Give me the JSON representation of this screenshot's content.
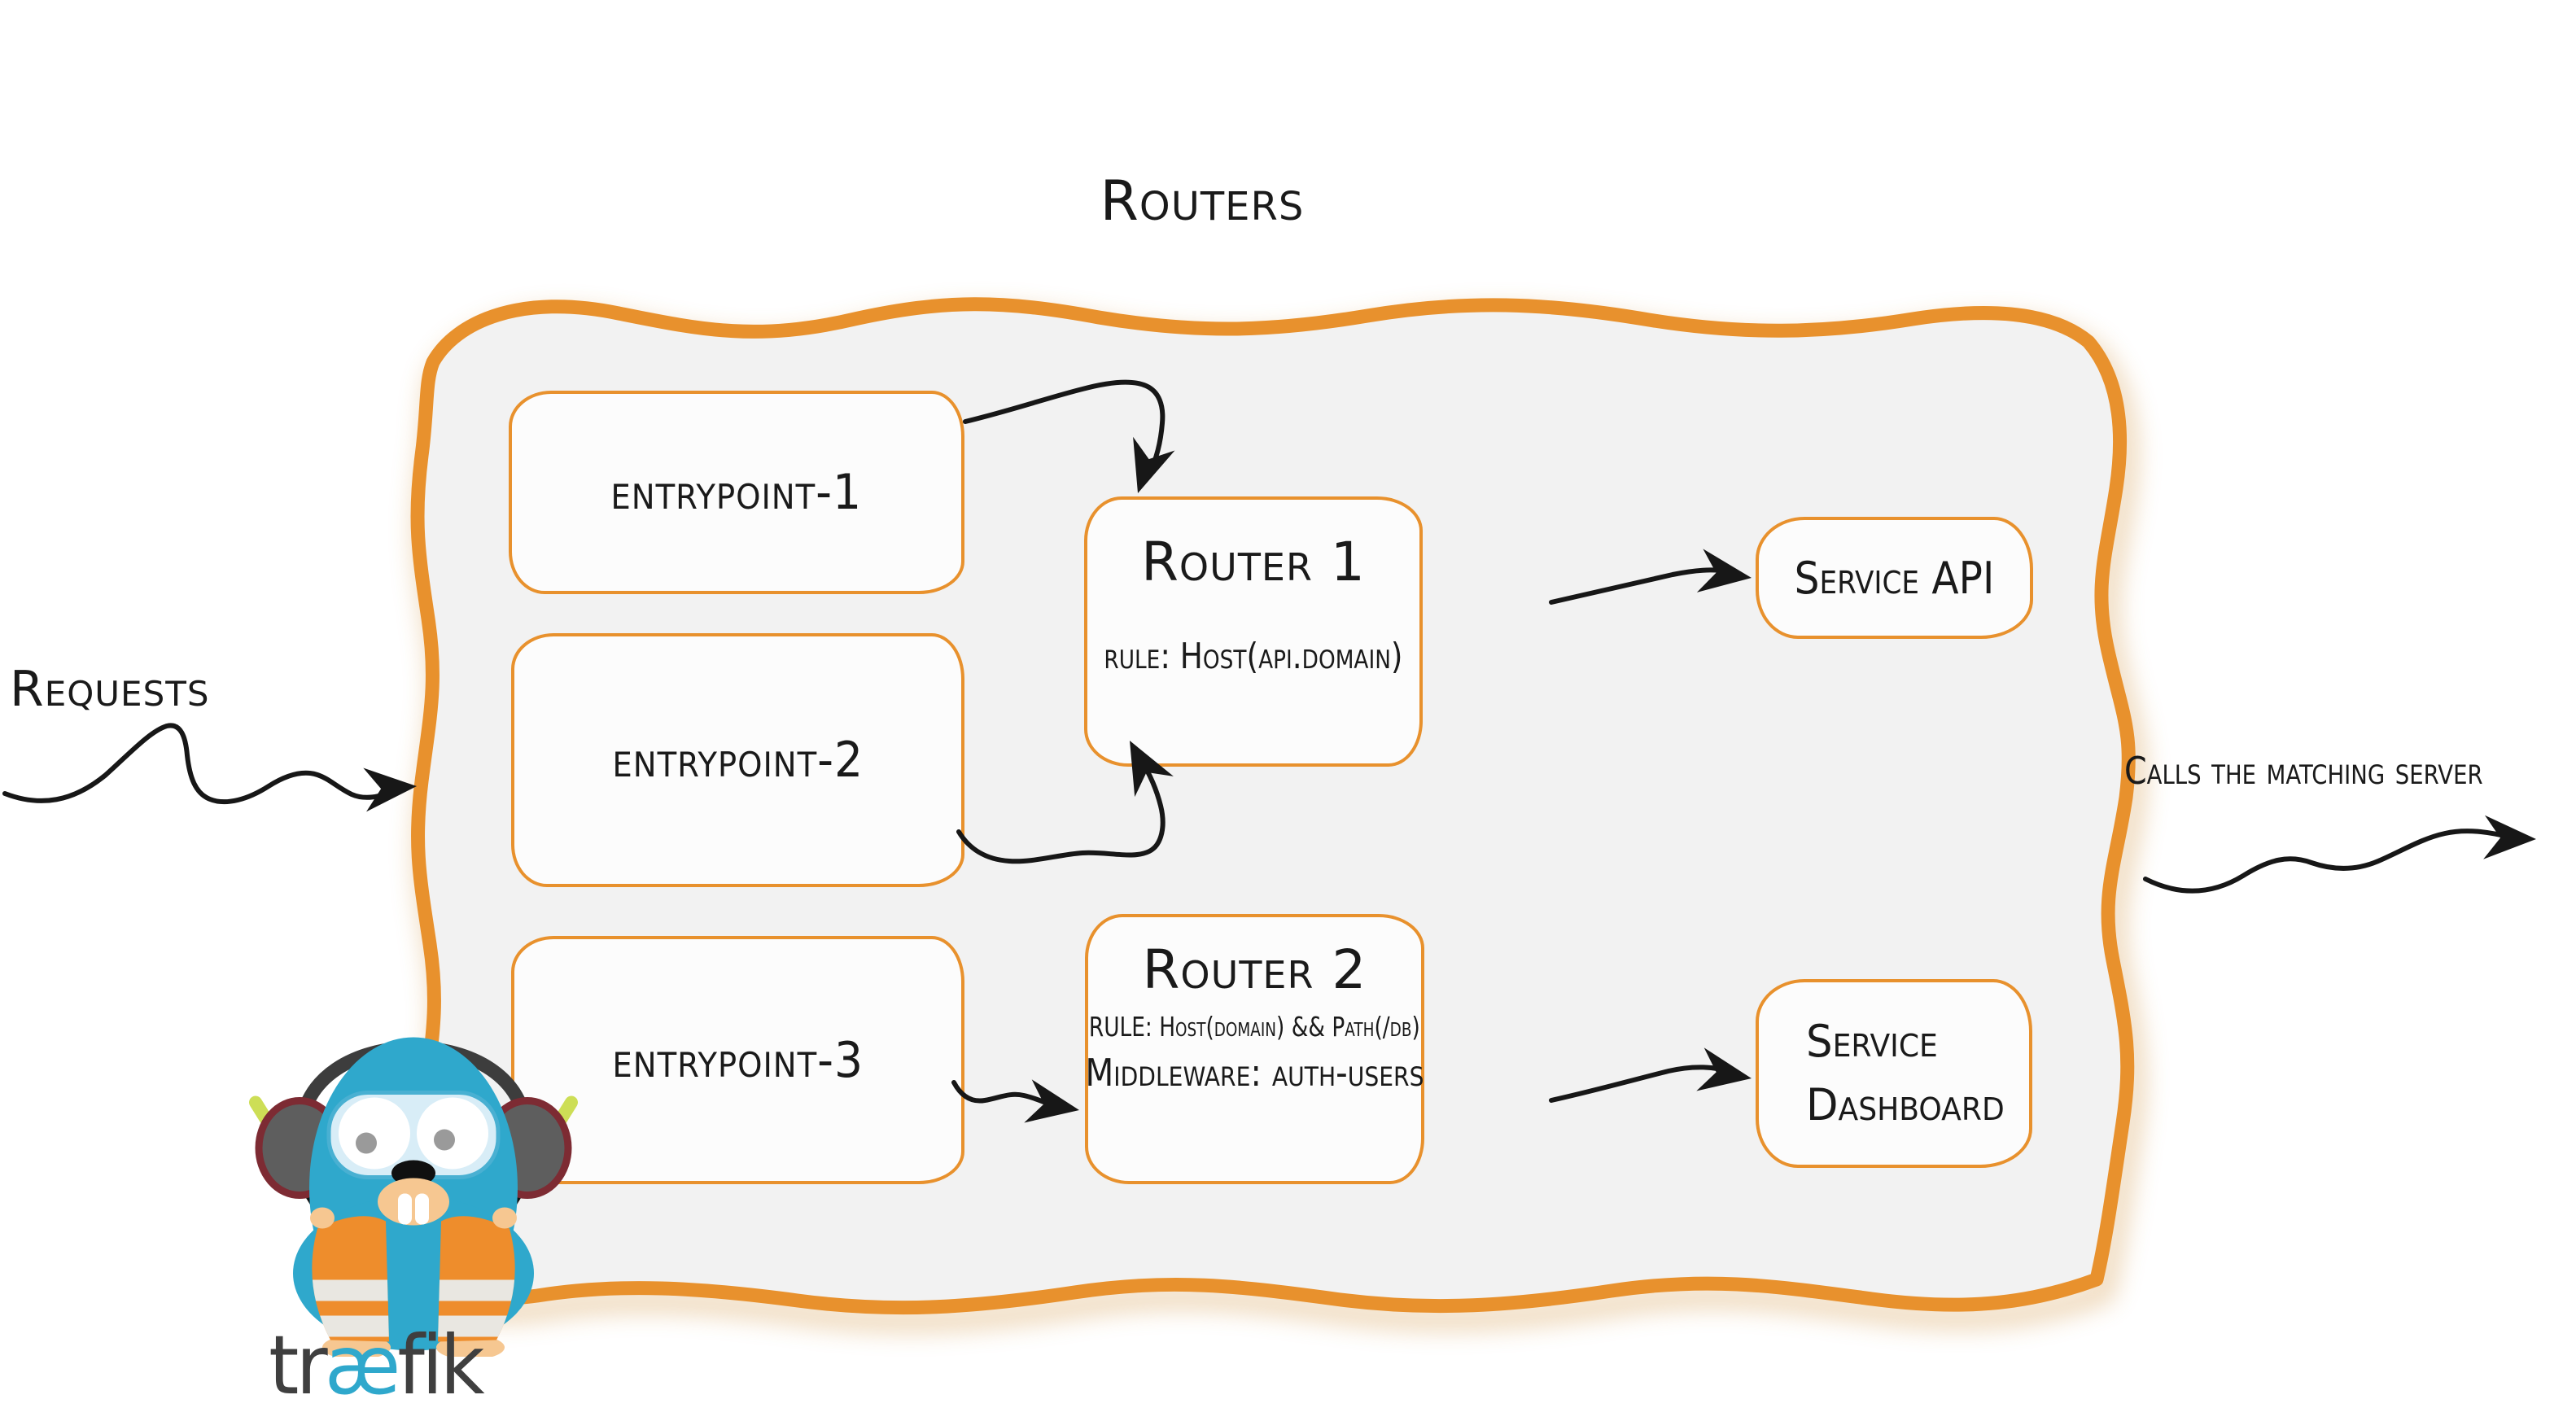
{
  "diagram": {
    "title": "Routers",
    "inbound": {
      "label": "Requests"
    },
    "outbound": {
      "label": "Calls the matching server"
    },
    "entrypoints": [
      {
        "label": "entrypoint-1"
      },
      {
        "label": "entrypoint-2"
      },
      {
        "label": "entrypoint-3"
      }
    ],
    "routers": [
      {
        "title": "Router 1",
        "lines": [
          "rule: Host(api.domain)"
        ]
      },
      {
        "title": "Router 2",
        "lines": [
          "RULE: Host(domain) && Path(/db)",
          "Middleware: auth-users"
        ]
      }
    ],
    "services": [
      {
        "label": "Service API"
      },
      {
        "label": "Service Dashboard"
      }
    ],
    "connections": [
      "Requests -> routers panel",
      "entrypoint-1 -> Router 1",
      "entrypoint-2 -> Router 1",
      "entrypoint-3 -> Router 2",
      "Router 1 -> Service API",
      "Router 2 -> Service Dashboard",
      "routers panel -> matching server"
    ],
    "logo": {
      "prefix": "tr",
      "ligature": "æ",
      "suffix": "fik"
    },
    "colors": {
      "panel_border_orange": "#e8912d",
      "panel_fill_gray": "#f2f2f2",
      "box_fill_white": "#fcfcfc",
      "ink_black": "#1a1a1a",
      "logo_teal": "#2fa8cc",
      "logo_charcoal": "#3f3f3f",
      "vest_orange": "#ee8d2c",
      "baton_green": "#cdde56"
    }
  }
}
